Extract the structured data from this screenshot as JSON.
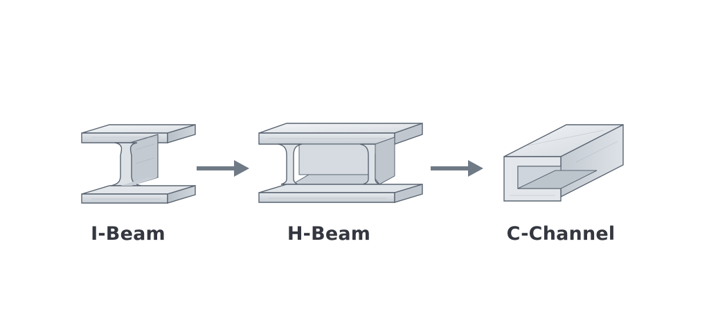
{
  "diagram": {
    "items": [
      {
        "label": "I-Beam",
        "icon": "i-beam-icon"
      },
      {
        "label": "H-Beam",
        "icon": "h-beam-icon"
      },
      {
        "label": "C-Channel",
        "icon": "c-channel-icon"
      }
    ],
    "arrows": [
      {
        "from": "I-Beam",
        "to": "H-Beam"
      },
      {
        "from": "H-Beam",
        "to": "C-Channel"
      }
    ],
    "colors": {
      "label": "#34373f",
      "arrow": "#6f7a86",
      "steel_light": "#eef1f4",
      "steel_mid": "#d3d8de",
      "steel_dark": "#a8b0b9",
      "outline": "#596370"
    }
  }
}
